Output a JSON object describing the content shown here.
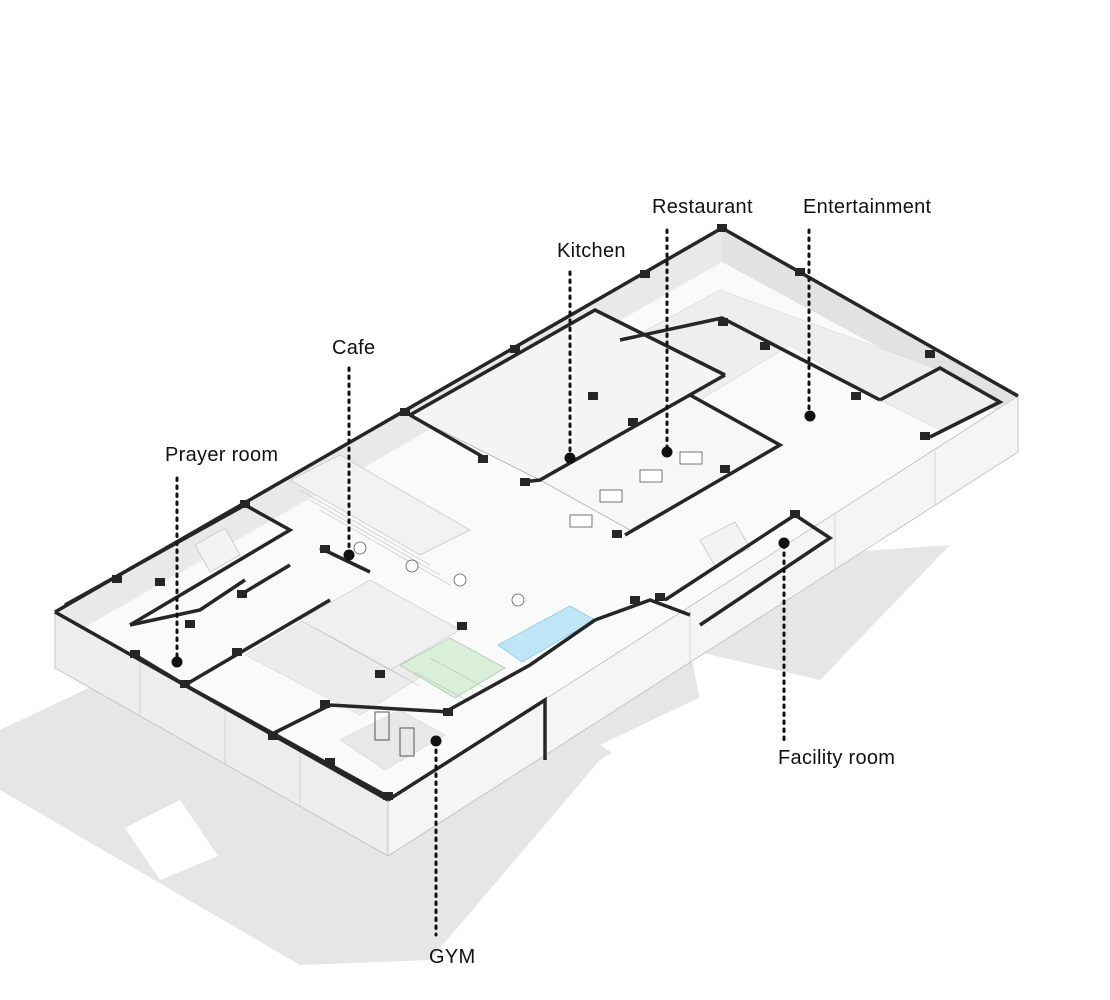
{
  "labels": {
    "prayer_room": "Prayer room",
    "cafe": "Cafe",
    "kitchen": "Kitchen",
    "restaurant": "Restaurant",
    "entertainment": "Entertainment",
    "facility_room": "Facility room",
    "gym": "GYM"
  },
  "colors": {
    "background": "#ffffff",
    "wall_top": "#262626",
    "wall_face": "#f1f1f1",
    "floor": "#fafafa",
    "shadow": "#e6e6e6",
    "pool": "#bfe6f7",
    "green_ramp": "#d9efd9",
    "leader": "#111111"
  }
}
